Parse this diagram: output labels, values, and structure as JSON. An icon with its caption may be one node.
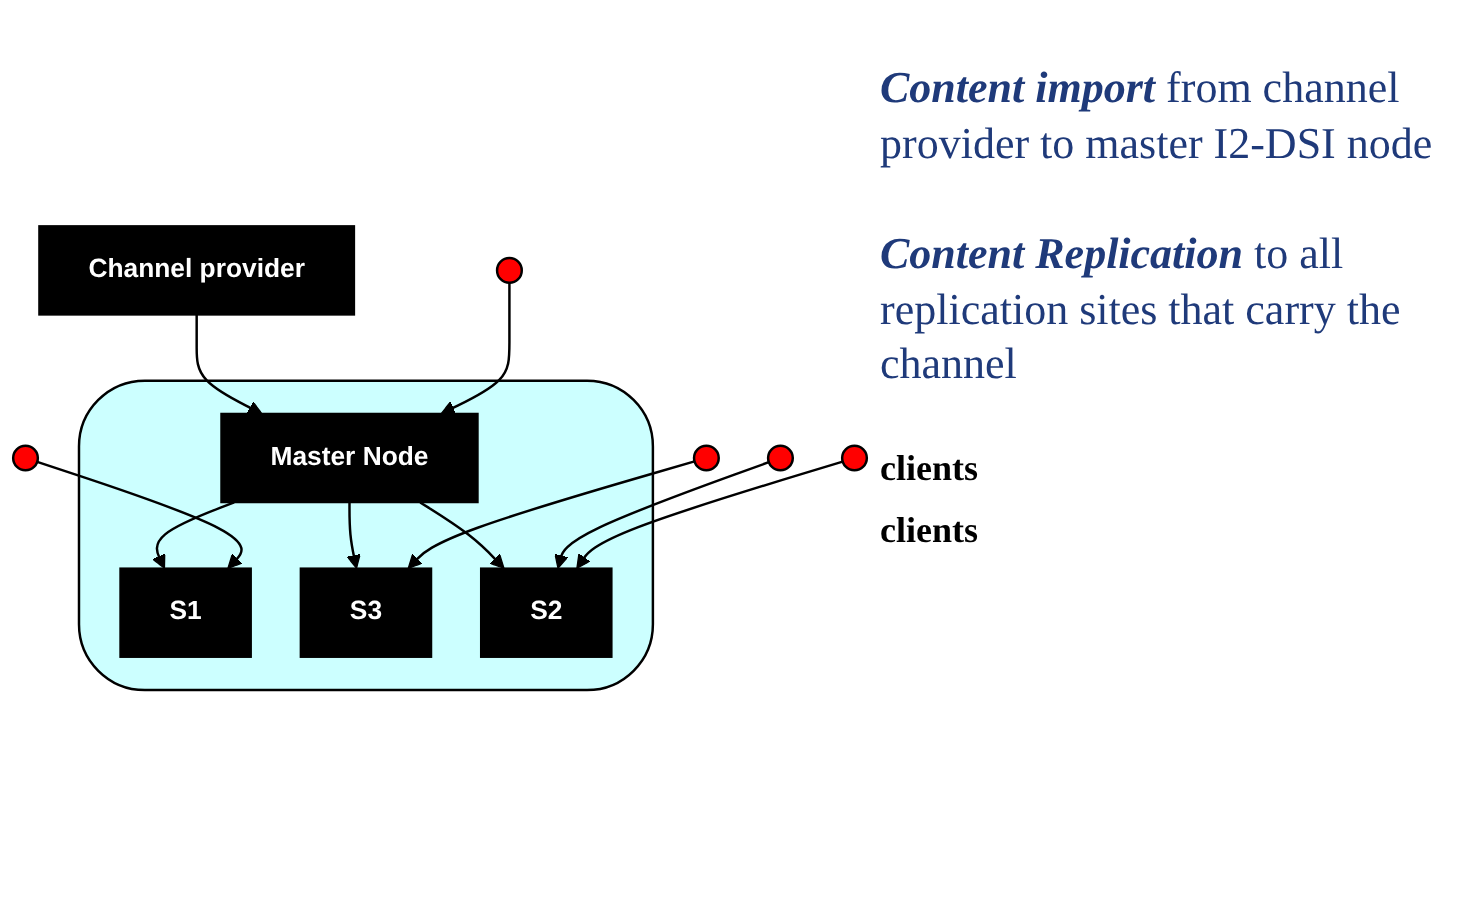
{
  "diagram": {
    "nodes": [
      {
        "text": [
          "Channel provider"
        ]
      },
      {
        "text": [],
        "shape": "cloud"
      },
      {
        "text": [
          "Master Node"
        ],
        "in": 1
      },
      {
        "text": [],
        "shape": "circle"
      },
      {
        "text": [
          "S1"
        ],
        "in": 1
      },
      {
        "text": [
          "S3"
        ],
        "in": 1
      },
      {
        "text": [
          "S2"
        ],
        "in": 1
      },
      {
        "text": [],
        "shape": "circle"
      },
      {
        "text": [],
        "shape": "circle"
      },
      {
        "text": [],
        "shape": "circle"
      },
      {
        "text": [],
        "shape": "circle"
      }
    ],
    "edges": [
      {
        "from": 0,
        "to": 2,
        "arrow": "to"
      },
      {
        "from": 3,
        "to": 2,
        "arrow": "to"
      },
      {
        "from": 2,
        "to": 4,
        "arrow": "to"
      },
      {
        "from": 2,
        "to": 6,
        "arrow": "to"
      },
      {
        "from": 2,
        "to": 5,
        "arrow": "to"
      },
      {
        "from": 7,
        "to": 4,
        "arrow": "to"
      },
      {
        "from": 8,
        "to": 5,
        "arrow": "to"
      },
      {
        "from": 9,
        "to": 6,
        "arrow": "to"
      },
      {
        "from": 10,
        "to": 6,
        "arrow": "to"
      }
    ],
    "labels": [
      "*Content import* from channel provider to master I2-DSI node",
      "*Content Replication* to all replication sites that carry the channel",
      "clients",
      "clients"
    ]
  }
}
